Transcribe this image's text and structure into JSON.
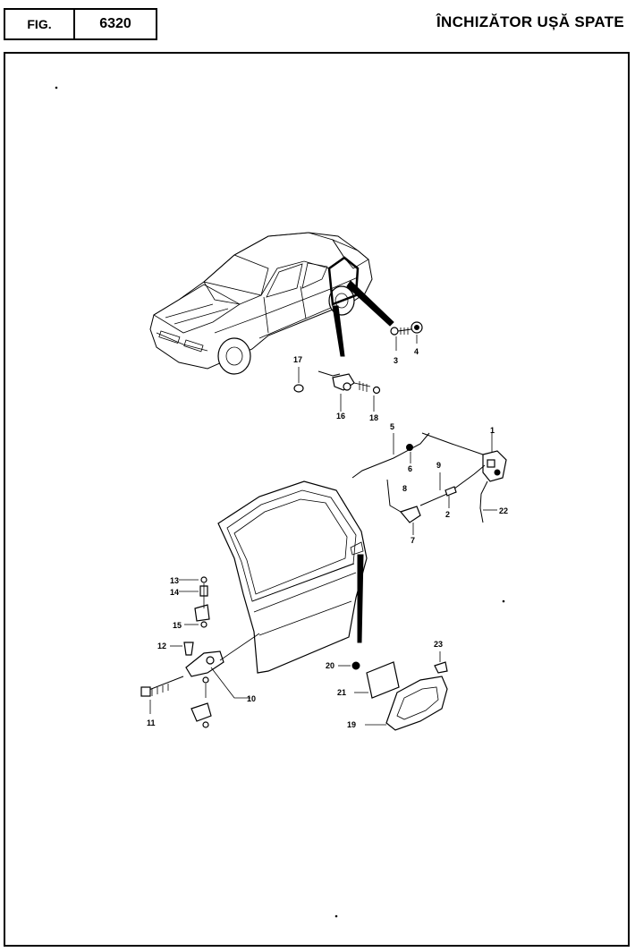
{
  "header": {
    "fig_label": "FIG.",
    "fig_number": "6320",
    "title": "ÎNCHIZĂTOR UȘĂ SPATE"
  },
  "callouts": {
    "c1": "1",
    "c2": "2",
    "c3": "3",
    "c4": "4",
    "c5": "5",
    "c6": "6",
    "c7": "7",
    "c8": "8",
    "c9": "9",
    "c10": "10",
    "c11": "11",
    "c12": "12",
    "c13": "13",
    "c14": "14",
    "c15": "15",
    "c16": "16",
    "c17": "17",
    "c18": "18",
    "c19": "19",
    "c20": "20",
    "c21": "21",
    "c22": "22",
    "c23": "23"
  }
}
